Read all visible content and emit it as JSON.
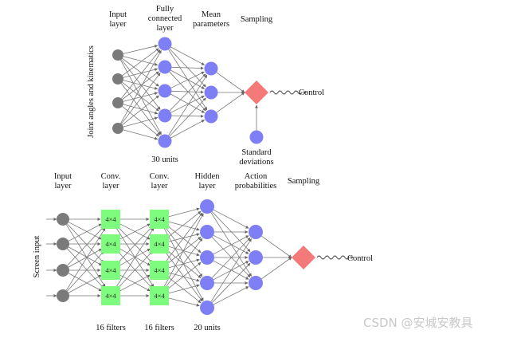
{
  "top": {
    "headers": {
      "input": [
        "Input",
        "layer"
      ],
      "fc": [
        "Fully",
        "connected",
        "layer"
      ],
      "mean": [
        "Mean",
        "parameters"
      ],
      "sampling": [
        "Sampling"
      ]
    },
    "side_label": "Joint angles and kinematics",
    "fc_units": "30 units",
    "std": [
      "Standard",
      "deviations"
    ],
    "control": "Control"
  },
  "bottom": {
    "headers": {
      "input": [
        "Input",
        "layer"
      ],
      "conv1": [
        "Conv.",
        "layer"
      ],
      "conv2": [
        "Conv.",
        "layer"
      ],
      "hidden": [
        "Hidden",
        "layer"
      ],
      "action": [
        "Action",
        "probabilities"
      ],
      "sampling": [
        "Sampling"
      ]
    },
    "side_label": "Screen input",
    "filter_label": "4×4",
    "conv1_caption": "16 filters",
    "conv2_caption": "16 filters",
    "hidden_caption": "20 units",
    "control": "Control"
  },
  "watermark": "CSDN @安城安教具",
  "colors": {
    "input_node": "#7a7a7a",
    "hidden_node": "#7f7ff5",
    "sampling": "#f47a7a",
    "filter": "#7dfc7d",
    "edge": "#777777"
  }
}
